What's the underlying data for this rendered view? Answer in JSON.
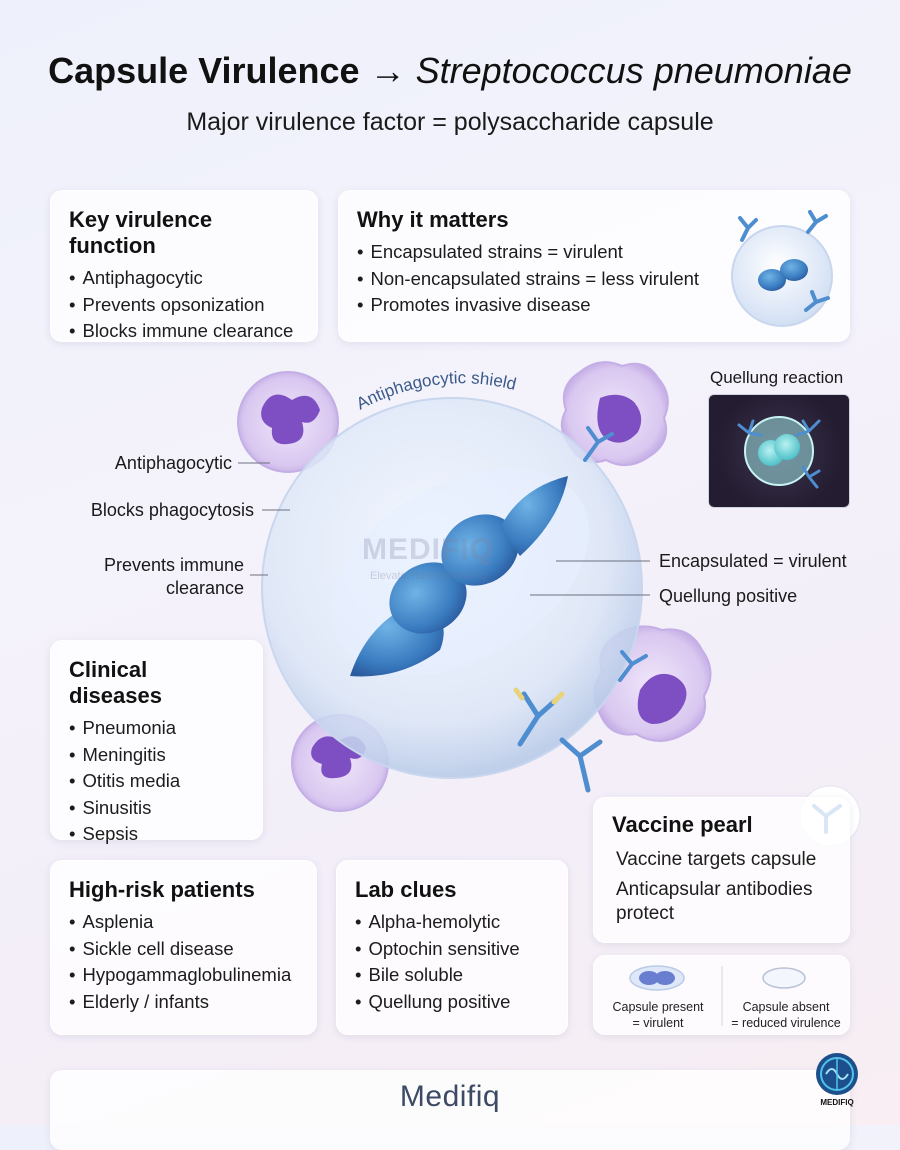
{
  "header": {
    "title_bold": "Capsule Virulence →",
    "title_italic": "Streptococcus pneumoniae",
    "subtitle": "Major virulence factor = polysaccharide capsule"
  },
  "key_function": {
    "title": "Key virulence function",
    "items": [
      "Antiphagocytic",
      "Prevents opsonization",
      "Blocks immune clearance"
    ]
  },
  "why_matters": {
    "title": "Why it matters",
    "items": [
      "Encapsulated strains = virulent",
      "Non-encapsulated strains = less virulent",
      "Promotes invasive disease"
    ]
  },
  "diagram": {
    "shield_label": "Antiphagocytic shield",
    "left_labels": [
      "Antiphagocytic",
      "Blocks phagocytosis",
      "Prevents immune",
      "clearance"
    ],
    "right_labels": [
      "Encapsulated = virulent",
      "Quellung positive"
    ],
    "quellung_label": "Quellung reaction",
    "watermark": "MEDIFIQ",
    "watermark_sub": "Elevate Your Medical IQ"
  },
  "clinical": {
    "title": "Clinical diseases",
    "items": [
      "Pneumonia",
      "Meningitis",
      "Otitis media",
      "Sinusitis",
      "Sepsis"
    ]
  },
  "high_risk": {
    "title": "High-risk patients",
    "items": [
      "Asplenia",
      "Sickle cell disease",
      "Hypogammaglobulinemia",
      "Elderly / infants"
    ]
  },
  "lab": {
    "title": "Lab clues",
    "items": [
      "Alpha-hemolytic",
      "Optochin sensitive",
      "Bile soluble",
      "Quellung positive"
    ]
  },
  "vaccine": {
    "title": "Vaccine pearl",
    "line1": "Vaccine targets capsule",
    "line2": "Anticapsular antibodies",
    "line3": "protect"
  },
  "capsule_compare": {
    "present_1": "Capsule present",
    "present_2": "= virulent",
    "absent_1": "Capsule absent",
    "absent_2": "= reduced virulence"
  },
  "footer": {
    "brand": "Medifiq",
    "logo_text": "MEDIFIQ"
  },
  "colors": {
    "capsule": "#dfe8f8",
    "bacteria": "#3f86c4",
    "neutrophil": "#b79ad8",
    "antibody_blue": "#4e8ed0",
    "antibody_yellow": "#e8d27a"
  }
}
